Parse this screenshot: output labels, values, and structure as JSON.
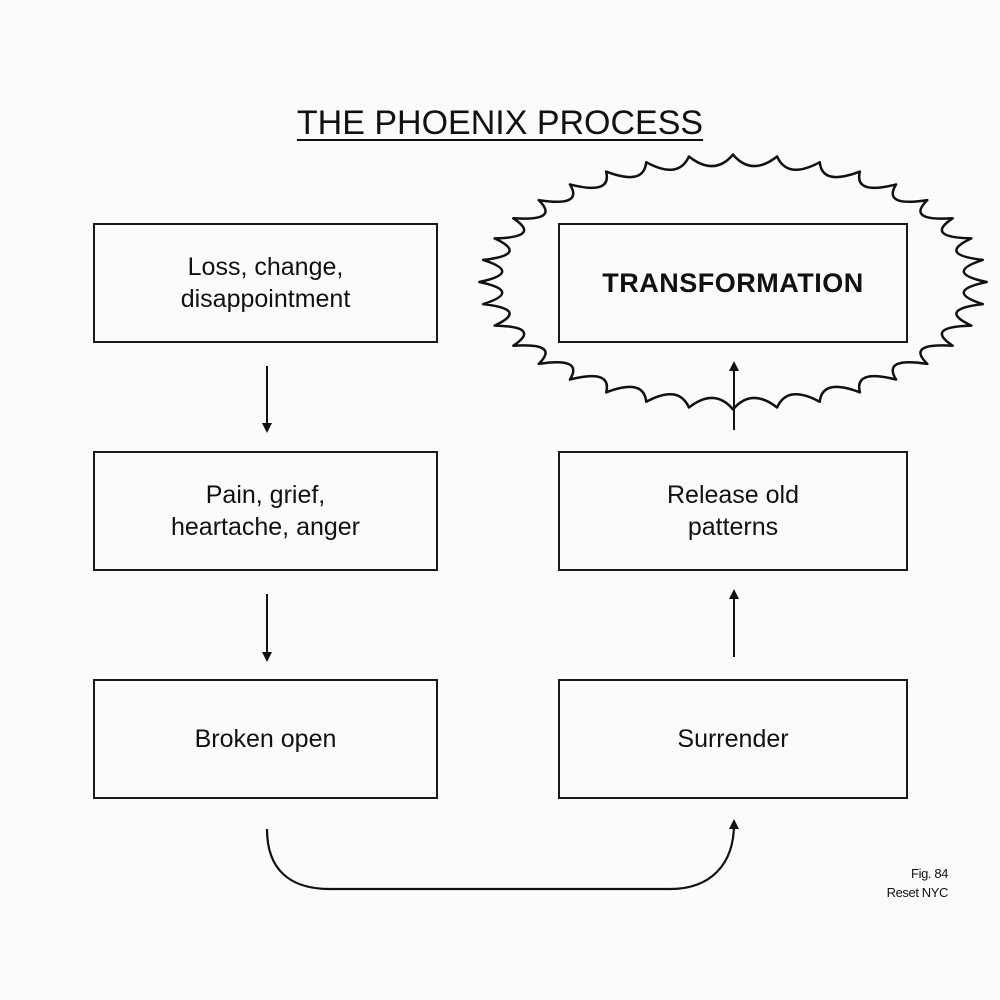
{
  "title": "THE PHOENIX PROCESS",
  "nodes": {
    "loss": {
      "line1": "Loss, change,",
      "line2": "disappointment"
    },
    "pain": {
      "line1": "Pain, grief,",
      "line2": "heartache, anger"
    },
    "broken": {
      "label": "Broken open"
    },
    "surrender": {
      "label": "Surrender"
    },
    "release": {
      "line1": "Release old",
      "line2": "patterns"
    },
    "transformation": {
      "label": "TRANSFORMATION"
    }
  },
  "edges": [
    {
      "from": "loss",
      "to": "pain"
    },
    {
      "from": "pain",
      "to": "broken"
    },
    {
      "from": "broken",
      "to": "surrender"
    },
    {
      "from": "surrender",
      "to": "release"
    },
    {
      "from": "release",
      "to": "transformation"
    }
  ],
  "caption": {
    "line1": "Fig. 84",
    "line2": "Reset NYC"
  }
}
